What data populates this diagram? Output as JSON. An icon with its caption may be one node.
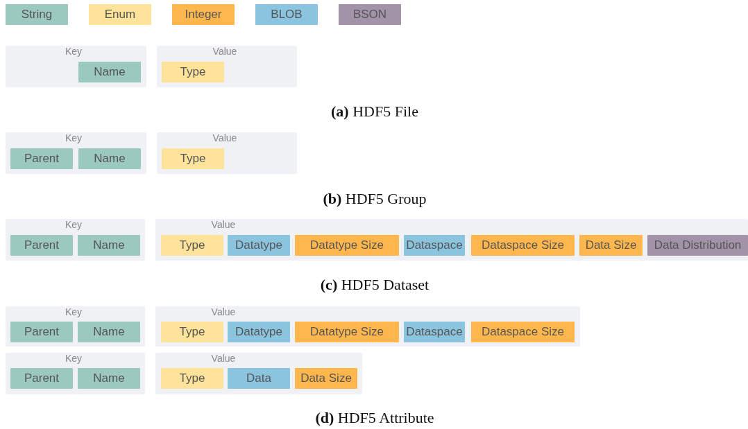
{
  "diagram": {
    "nodes": [
      {
        "text": [
          "Key"
        ]
      },
      {
        "text": [
          "Name"
        ],
        "in": 0
      },
      {
        "text": [
          "Value"
        ]
      },
      {
        "text": [
          "Type"
        ],
        "in": 2
      },
      {
        "text": [
          "Key"
        ]
      },
      {
        "text": [
          "Parent"
        ],
        "in": 4
      },
      {
        "text": [
          "Name"
        ],
        "in": 4
      },
      {
        "text": [
          "Value"
        ]
      },
      {
        "text": [
          "Type"
        ],
        "in": 7
      },
      {
        "text": [
          "Key"
        ]
      },
      {
        "text": [
          "Parent"
        ],
        "in": 9
      },
      {
        "text": [
          "Name"
        ],
        "in": 9
      },
      {
        "text": [
          "Value"
        ]
      },
      {
        "text": [
          "Type"
        ],
        "in": 12
      },
      {
        "text": [
          "Datatype"
        ],
        "in": 12
      },
      {
        "text": [
          "Datatype Size"
        ],
        "in": 12
      },
      {
        "text": [
          "Dataspace"
        ],
        "in": 12
      },
      {
        "text": [
          "Dataspace Size"
        ],
        "in": 12
      },
      {
        "text": [
          "Data Size"
        ],
        "in": 12
      },
      {
        "text": [
          "Data Distribution"
        ],
        "in": 12
      },
      {
        "text": [
          "Key"
        ]
      },
      {
        "text": [
          "Parent"
        ],
        "in": 20
      },
      {
        "text": [
          "Name"
        ],
        "in": 20
      },
      {
        "text": [
          "Value"
        ]
      },
      {
        "text": [
          "Type"
        ],
        "in": 23
      },
      {
        "text": [
          "Datatype"
        ],
        "in": 23
      },
      {
        "text": [
          "Datatype Size"
        ],
        "in": 23
      },
      {
        "text": [
          "Dataspace"
        ],
        "in": 23
      },
      {
        "text": [
          "Dataspace Size"
        ],
        "in": 23
      },
      {
        "text": [
          "Key"
        ]
      },
      {
        "text": [
          "Parent"
        ],
        "in": 29
      },
      {
        "text": [
          "Name"
        ],
        "in": 29
      },
      {
        "text": [
          "Value"
        ]
      },
      {
        "text": [
          "Type"
        ],
        "in": 32
      },
      {
        "text": [
          "Data"
        ],
        "in": 32
      },
      {
        "text": [
          "Data Size"
        ],
        "in": 32
      }
    ],
    "edges": [],
    "labels": [
      "**(a)** HDF5 File",
      "**(b)** HDF5 Group",
      "**(c)** HDF5 Dataset",
      "**(d)** HDF5 Attribute"
    ],
    "legend": [
      {
        "text": "String",
        "color": "#9cc9bf"
      },
      {
        "text": "Enum",
        "color": "#fee39a"
      },
      {
        "text": "Integer",
        "color": "#ffb74d"
      },
      {
        "text": "BLOB",
        "color": "#8ac4df"
      },
      {
        "text": "BSON",
        "color": "#a293a9"
      }
    ]
  }
}
